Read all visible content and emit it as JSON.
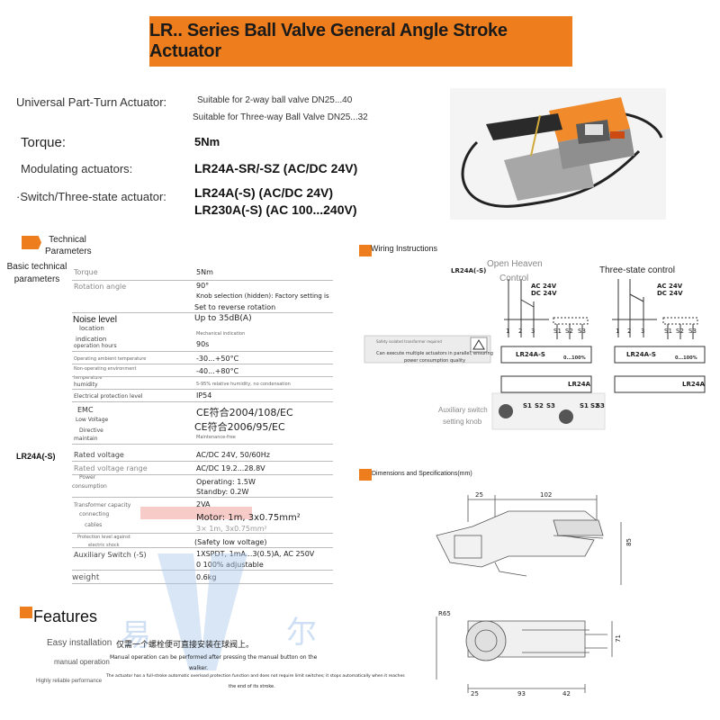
{
  "title": "LR.. Series Ball Valve General Angle Stroke Actuator",
  "header_specs": {
    "universal_label": "Universal Part-Turn Actuator:",
    "universal_value_1": "Suitable for 2-way ball valve DN25...40",
    "universal_value_2": "Suitable for Three-way Ball Valve DN25...32",
    "torque_label": "Torque:",
    "torque_value": "5Nm",
    "modulating_label": "Modulating actuators:",
    "modulating_value": "LR24A-SR/-SZ (AC/DC 24V)",
    "switch_label": "·Switch/Three-state actuator:",
    "switch_value_1": "LR24A(-S) (AC/DC 24V)",
    "switch_value_2": "LR230A(-S) (AC 100...240V)"
  },
  "technical": {
    "section_title": "Technical Parameters",
    "basic_label": "Basic technical parameters",
    "model_label": "LR24A(-S)",
    "rows": {
      "torque": {
        "label": "Torque",
        "value": "5Nm"
      },
      "rotation": {
        "label": "Rotation angle",
        "value": "90°"
      },
      "rotation_note": "Knob selection (hidden): Factory setting is",
      "rotation_note2": "Set to reverse rotation",
      "noise": {
        "label": "Noise level",
        "value": "Up to 35dB(A)"
      },
      "location": {
        "label": "location",
        "value": "Mechanical indication"
      },
      "indication": {
        "label": "indication"
      },
      "op_hours": {
        "label": "operation hours",
        "value": "90s"
      },
      "op_temp": {
        "label": "Operating ambient temperature",
        "value": "-30...+50°C"
      },
      "nonop_temp": {
        "label": "Non-operating environment temperature",
        "value": "-40...+80°C"
      },
      "humidity": {
        "label": "humidity",
        "value": "5-95% relative humidity, no condensation"
      },
      "protection": {
        "label": "Electrical protection level",
        "value": "IP54"
      },
      "emc": {
        "label": "EMC",
        "value": "CE符合2004/108/EC"
      },
      "lowvoltage": {
        "label": "Low Voltage",
        "value": "CE符合2006/95/EC"
      },
      "directive": {
        "label": "Directive"
      },
      "maintain": {
        "label": "maintain",
        "value": "Maintenance-free"
      },
      "rated_voltage": {
        "label": "Rated voltage",
        "value": "AC/DC 24V, 50/60Hz"
      },
      "rated_range": {
        "label": "Rated voltage range",
        "value": "AC/DC 19.2...28.8V"
      },
      "power": {
        "label": "Power",
        "label2": "consumption",
        "value1": "Operating: 1.5W",
        "value2": "Standby: 0.2W"
      },
      "transformer": {
        "label": "Transformer capacity",
        "value": "2VA"
      },
      "cables": {
        "label": "connecting",
        "label2": "cables",
        "value": "Motor: 1m, 3x0.75mm²",
        "value2": "3× 1m, 3x0.75mm²"
      },
      "shock": {
        "label": "Protection level against",
        "label2": "electric shock",
        "value": "(Safety low voltage)"
      },
      "aux_switch": {
        "label": "Auxiliary Switch (-S)",
        "value": "1XSPDT, 1mA...3(0.5)A, AC 250V",
        "value2": "0 100% adjustable"
      },
      "weight": {
        "label": "weight",
        "value": "0.6kg"
      }
    }
  },
  "wiring": {
    "section_title": "Wiring Instructions",
    "left_model": "LR24A(-S)",
    "open_heaven": "Open Heaven",
    "control": "Control",
    "three_state": "Three-state control",
    "ac24": "AC 24V",
    "dc24": "DC 24V",
    "terminals": [
      "1",
      "2",
      "3"
    ],
    "aux_terms": [
      "S1",
      "S2",
      "S3"
    ],
    "box_label": "LR24A-S",
    "box_range": "0...100%",
    "lr24a": "LR24A",
    "note": "Can execute multiple actuators in parallel, ensuring power consumption quality",
    "note_small": "Safety isolated transformer required",
    "aux_knob_1": "Auxiliary switch",
    "aux_knob_2": "setting knob"
  },
  "dimensions": {
    "section_title": "Dimensions and Specifications(mm)",
    "d25": "25",
    "d102": "102",
    "d85": "85",
    "r65": "R65",
    "d71": "71",
    "d25b": "25",
    "d93": "93",
    "d42": "42"
  },
  "features": {
    "title": "Features",
    "easy_label": "Easy installation",
    "easy_value": "仅需一个螺栓便可直接安装在球阀上。",
    "manual_label": "manual operation",
    "manual_value": "Manual operation can be performed after pressing the manual button on the",
    "manual_value2": "walker.",
    "reliable_label": "Highly reliable performance",
    "reliable_value": "The actuator has a full-stroke automatic overload protection function and does not require limit switches; it stops automatically when it reaches",
    "reliable_value2": "the end of its stroke."
  },
  "watermark": {
    "text1": "易",
    "text2": "尔"
  },
  "colors": {
    "accent": "#ee7e1d",
    "product_orange": "#f08a2a",
    "watermark": "#a9c8ec"
  }
}
